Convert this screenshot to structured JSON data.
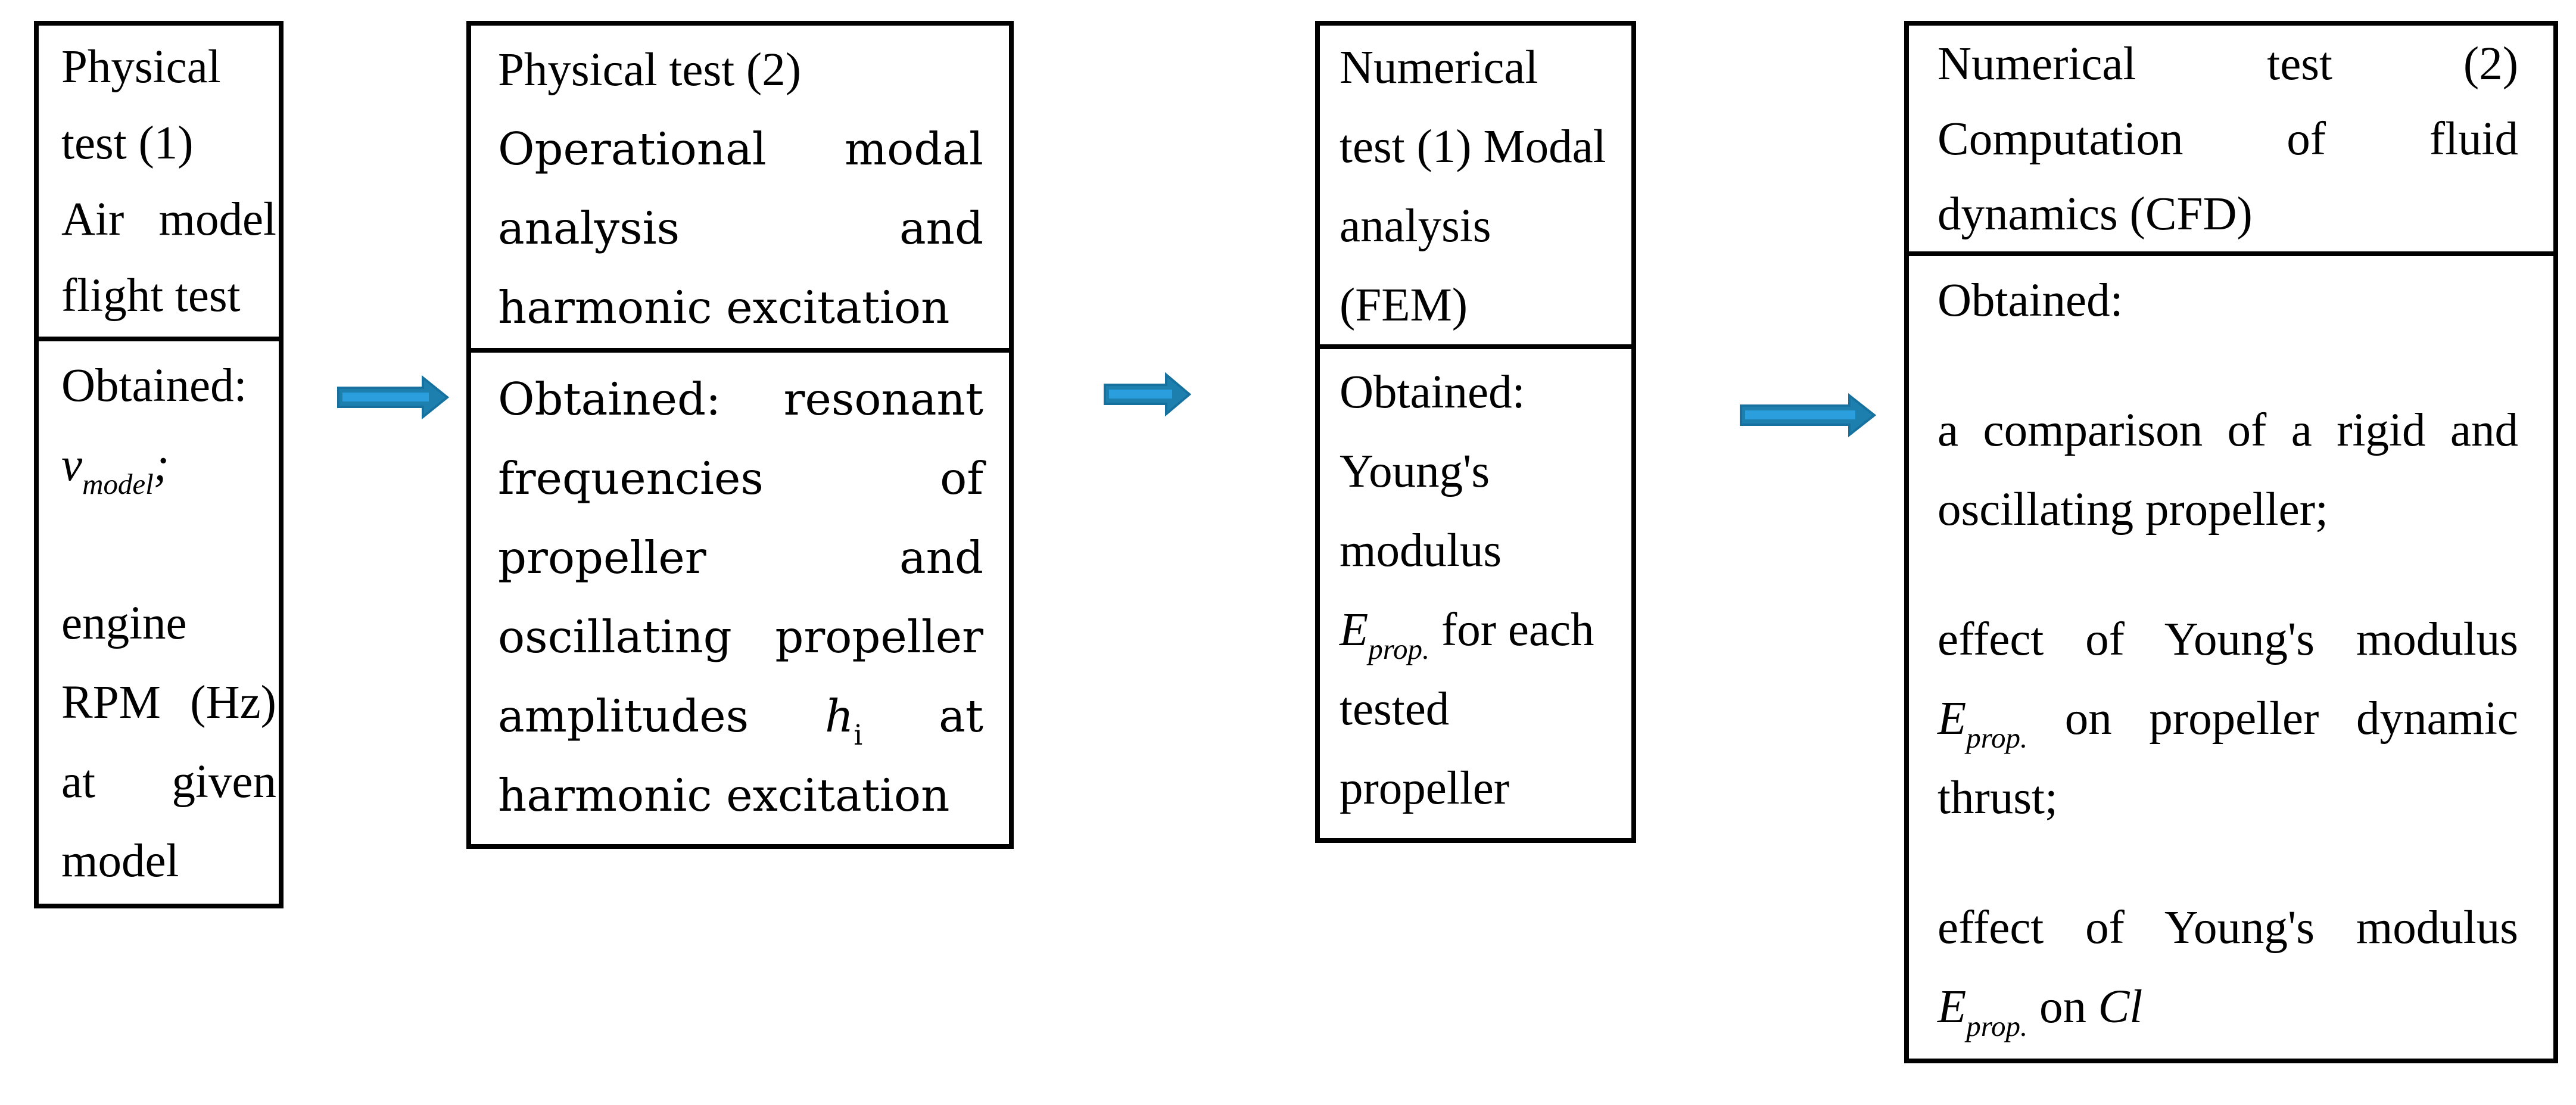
{
  "figure": {
    "type": "flow-diagram",
    "background": "#ffffff",
    "box_border_color": "#000000",
    "text_color": "#000000",
    "arrow_colors": {
      "fill": "#1d7fae",
      "outline": "#17719f",
      "highlight": "#2b9ede"
    },
    "arrows": [
      {
        "name": "arrow-1",
        "direction": "right",
        "from": "physical-test-1",
        "to": "physical-test-2"
      },
      {
        "name": "arrow-2",
        "direction": "right",
        "from": "physical-test-2",
        "to": "numerical-test-1"
      },
      {
        "name": "arrow-3",
        "direction": "right",
        "from": "numerical-test-1",
        "to": "numerical-test-2"
      }
    ]
  },
  "boxes": {
    "b1": {
      "top": {
        "p1": "Physical test (1)",
        "p2": "Air model flight test"
      },
      "bottom": {
        "p1": "Obtained:",
        "p2": "<i>v<sub>model</sub>;</i>",
        "p3": "engine RPM (Hz) at given model"
      }
    },
    "b2": {
      "top": {
        "p1": "Physical test (2)",
        "p2": "Operational modal analysis and harmonic excitation"
      },
      "bottom": {
        "p1": "Obtained: resonant frequencies of propeller and oscillating propeller amplitudes <i>h</i><sub>i</sub> at harmonic excitation"
      }
    },
    "b3": {
      "top": {
        "p1": "Numerical\ntest (1) Modal\nanalysis\n(FEM)"
      },
      "bottom": {
        "p1": "Obtained:\nYoung's\nmodulus\n<i>E</i><sub><i>prop.</i></sub> for each\ntested\npropeller"
      }
    },
    "b4": {
      "top": {
        "p1": "Numerical test (2) Computation of fluid dynamics (CFD)"
      },
      "bottom": {
        "p1": "Obtained:",
        "p2": "a comparison of a rigid and oscillating propeller;",
        "p3": "effect of Young's modulus <i>E</i><sub><i>prop.</i></sub> on propeller dynamic thrust;",
        "p4": "effect of Young's modulus <i>E</i><sub><i>prop.</i></sub> on <i>Cl</i>"
      }
    }
  }
}
